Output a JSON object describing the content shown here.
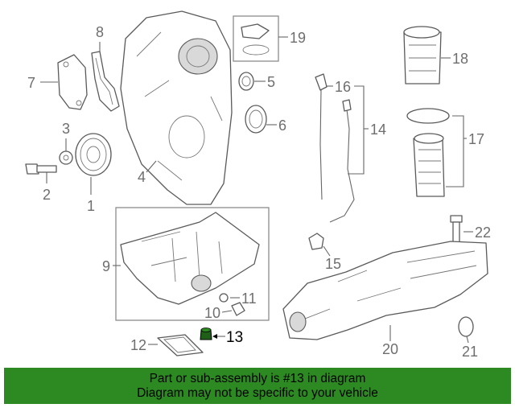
{
  "diagram": {
    "callouts": [
      "1",
      "2",
      "3",
      "4",
      "5",
      "6",
      "7",
      "8",
      "9",
      "10",
      "11",
      "12",
      "13",
      "14",
      "15",
      "16",
      "17",
      "18",
      "19",
      "20",
      "21",
      "22"
    ],
    "highlighted": "13",
    "colors": {
      "line": "#5a5a5a",
      "label": "#6e6e6e",
      "highlight_part": "#1f5f17",
      "box": "#8c8c8c"
    }
  },
  "banner": {
    "line1": "Part or sub-assembly is #13 in diagram",
    "line2": "Diagram may not be specific to your vehicle",
    "background": "#2d8a22"
  }
}
